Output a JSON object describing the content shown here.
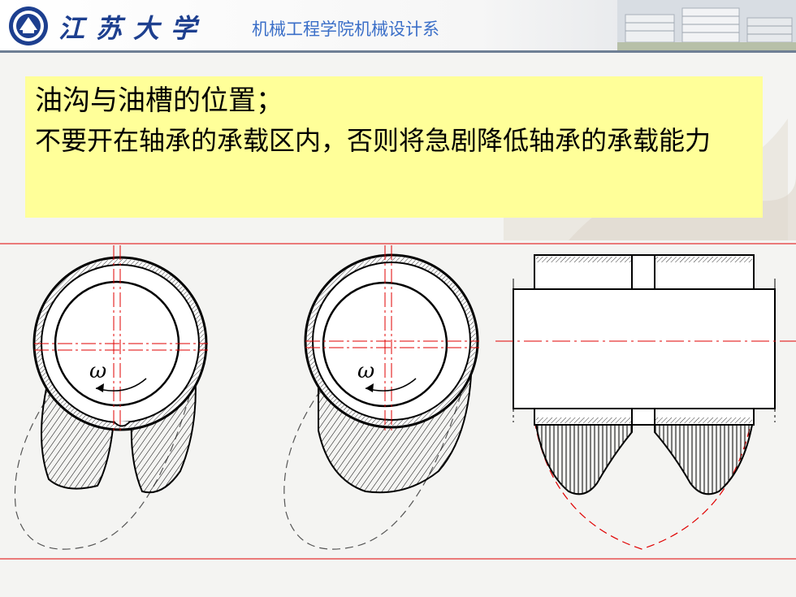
{
  "header": {
    "university_name": "江苏大学",
    "department": "机械工程学院机械设计系"
  },
  "title": {
    "heading": "油沟与油槽的位置；",
    "body": "不要开在轴承的承载区内，否则将急剧降低轴承的承载能力"
  },
  "diagram": {
    "rotation_symbol": "ω",
    "colors": {
      "outline": "#000000",
      "centerline": "#e00000",
      "dashed_curve": "#555555",
      "red_dashed_curve": "#e00000"
    }
  }
}
